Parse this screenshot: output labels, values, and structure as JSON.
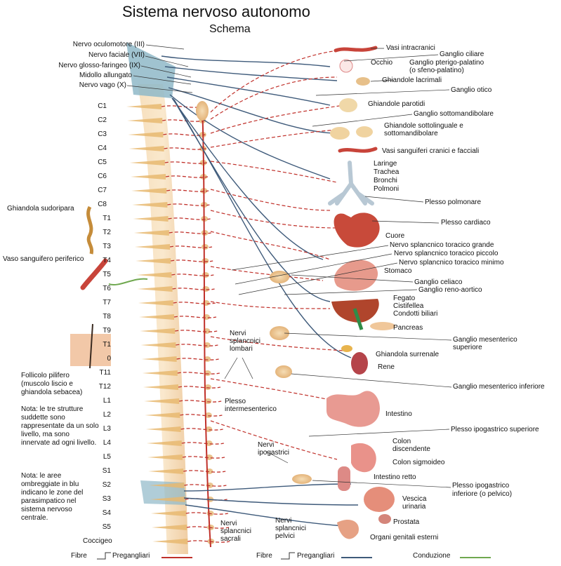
{
  "title": "Sistema nervoso autonomo",
  "subtitle": "Schema",
  "cranial_nerves": [
    "Nervo oculomotore (III)",
    "Nervo faciale (VII)",
    "Nervo glosso-faringeo (IX)",
    "Midollo allungato",
    "Nervo vago (X)"
  ],
  "spinal_levels": [
    "C1",
    "C2",
    "C3",
    "C4",
    "C5",
    "C6",
    "C7",
    "C8",
    "T1",
    "T2",
    "T3",
    "T4",
    "T5",
    "T6",
    "T7",
    "T8",
    "T9",
    "T1",
    "0",
    "T11",
    "T12",
    "L1",
    "L2",
    "L3",
    "L4",
    "L5",
    "S1",
    "S2",
    "S3",
    "S4",
    "S5",
    "Coccigeo"
  ],
  "left_labels": {
    "sweat_gland": "Ghiandola sudoripara",
    "vessel": "Vaso sanguifero periferico",
    "follicle": "Follicolo pilifero\n(muscolo liscio e\nghiandola sebacea)",
    "note1": "Nota: le tre strutture\nsuddette sono\nrappresentate da un solo\nlivello, ma sono\ninnervate ad ogni livello.",
    "note2": "Nota: le aree\nombreggiate in blu\nindicano le zone del\nparasimpatico nel\nsistema nervoso\ncentrale."
  },
  "right_labels": {
    "vasi_intracranici": "Vasi intracranici",
    "ganglio_ciliare": "Ganglio ciliare",
    "occhio": "Occhio",
    "ganglio_pterigo": "Ganglio pterigo-palatino\n(o sfeno-palatino)",
    "ghiandole_lacrimali": "Ghiandole lacrimali",
    "ganglio_otico": "Ganglio otico",
    "ghiandole_parotidi": "Ghiandole parotidi",
    "ganglio_sottomandibolare": "Ganglio sottomandibolare",
    "ghiandole_sottolinguale": "Ghiandole sottolinguale e\nsottomandibolare",
    "vasi_sanguiferi_cranici": "Vasi sanguiferi cranici e facciali",
    "laringe": "Laringe\nTrachea\nBronchi\nPolmoni",
    "plesso_polmonare": "Plesso polmonare",
    "plesso_cardiaco": "Plesso cardiaco",
    "cuore": "Cuore",
    "splancnico_grande": "Nervo splancnico toracico grande",
    "splancnico_piccolo": "Nervo splancnico toracico piccolo",
    "splancnico_minimo": "Nervo splancnico toracico minimo",
    "stomaco": "Stomaco",
    "ganglio_celiaco": "Ganglio celiaco",
    "ganglio_reno": "Ganglio reno-aortico",
    "fegato": "Fegato\nCistifellea\nCondotti biliari",
    "pancreas": "Pancreas",
    "ganglio_mesenterico_sup": "Ganglio mesenterico\nsuperiore",
    "ghiandola_surrenale": "Ghiandola surrenale",
    "rene": "Rene",
    "ganglio_mesenterico_inf": "Ganglio mesenterico inferiore",
    "nervi_splancnici_lombari": "Nervi\nsplancnici\nlombari",
    "plesso_intermesenterico": "Plesso\nintermesenterico",
    "intestino": "Intestino",
    "plesso_ipogastrico_sup": "Plesso ipogastrico superiore",
    "nervi_ipogastrici": "Nervi\nipogastrici",
    "colon_discendente": "Colon\ndiscendente",
    "colon_sigmoideo": "Colon sigmoideo",
    "intestino_retto": "Intestino retto",
    "plesso_ipogastrico_inf": "Plesso ipogastrico\ninferiore (o pelvico)",
    "vescica": "Vescica\nurinaria",
    "prostata": "Prostata",
    "organi_genitali": "Organi genitali esterni",
    "nervi_sacrali": "Nervi\nsplancnici\nsacrali",
    "nervi_pelvici": "Nervi\nsplancnici\npelvici"
  },
  "legend": {
    "fibre1": "Fibre",
    "pregangliari1": "Pregangliari",
    "fibre2": "Fibre",
    "pregangliari2": "Pregangliari",
    "conduzione": "Conduzione"
  },
  "colors": {
    "sympathetic": "#c0302a",
    "parasympathetic": "#3e5a7a",
    "spine": "#f2cda0",
    "vertebra": "#e8b870",
    "ganglion": "#e9c48e",
    "shade_blue": "#8fb8c8",
    "conduction": "#6fa84f"
  }
}
